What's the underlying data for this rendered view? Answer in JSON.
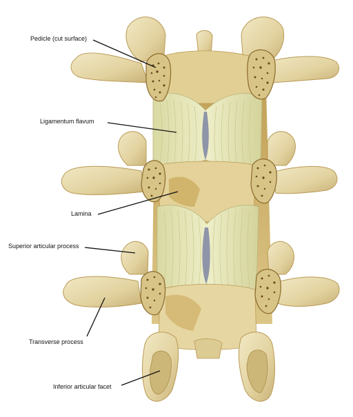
{
  "labels": {
    "pedicle": "Pedicle (cut surface)",
    "ligamentum_flavum": "Ligamentum flavum",
    "lamina": "Lamina",
    "superior_articular": "Superior articular process",
    "transverse": "Transverse process",
    "inferior_facet": "Inferior articular facet"
  },
  "colors": {
    "bone": "#e8dcb0",
    "bone_shadow": "#c9b277",
    "bone_dark": "#b08a3c",
    "ligament": "#e6e6b6",
    "ligament_stripe": "#c8c98f",
    "cut_surface": "#d7c486",
    "cancellous": "#6b4a1e",
    "gap": "#8f95a8",
    "leader": "#111111"
  }
}
